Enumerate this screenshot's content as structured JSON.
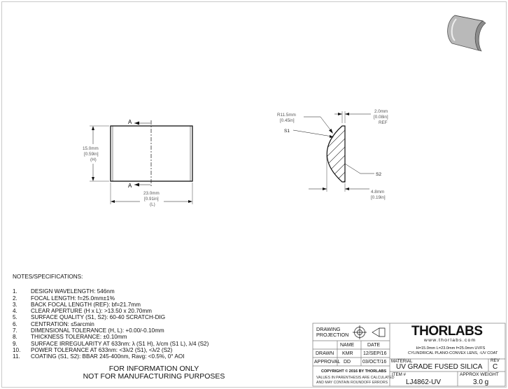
{
  "drawing": {
    "title_marker": "A",
    "section_marker": "A",
    "front_height_dim": [
      "15.0mm",
      "[0.59in]",
      "(H)"
    ],
    "front_length_dim": [
      "23.0mm",
      "[0.91in]",
      "(L)"
    ],
    "radius_dim": [
      "R11.5mm",
      "[0.45in]"
    ],
    "s1_label": "S1",
    "s2_label": "S2",
    "thickness_ref_dim": [
      "2.0mm",
      "[0.08in]",
      "REF"
    ],
    "thickness_dim": [
      "4.8mm",
      "[0.19in]"
    ]
  },
  "notes": {
    "heading": "NOTES/SPECIFICATIONS:",
    "items": [
      {
        "num": "1.",
        "text": "DESIGN WAVELENGTH: 546nm"
      },
      {
        "num": "2.",
        "text": "FOCAL LENGTH: f=25.0mm±1%"
      },
      {
        "num": "3.",
        "text": "BACK FOCAL LENGTH (REF): bf=21.7mm"
      },
      {
        "num": "4.",
        "text": "CLEAR APERTURE (H x L): >13.50 x 20.70mm"
      },
      {
        "num": "5.",
        "text": "SURFACE QUALITY (S1, S2): 60-40 SCRATCH-DIG"
      },
      {
        "num": "6.",
        "text": "CENTRATION: ≤5arcmin"
      },
      {
        "num": "7.",
        "text": "DIMENSIONAL TOLERANCE (H, L): +0.00/-0.10mm"
      },
      {
        "num": "8.",
        "text": "THICKNESS TOLERANCE: ±0.10mm"
      },
      {
        "num": "9.",
        "text": "SURFACE IRREGULARITY AT 633nm: λ (S1 H), λ/cm (S1 L), λ/4 (S2)"
      },
      {
        "num": "10.",
        "text": "POWER TOLERANCE AT 633nm: <3λ/2 (S1), <λ/2 (S2)"
      },
      {
        "num": "11.",
        "text": "COATING (S1, S2): BBAR 245-400nm, Ravg: <0.5%, 0° AOI"
      }
    ],
    "footer_line1": "FOR INFORMATION ONLY",
    "footer_line2": "NOT FOR MANUFACTURING PURPOSES"
  },
  "title_block": {
    "drawing_projection_label": [
      "DRAWING",
      "PROJECTION"
    ],
    "name_header": "NAME",
    "date_header": "DATE",
    "drawn_label": "DRAWN",
    "drawn_name": "KMR",
    "drawn_date": "12/SEP/16",
    "approval_label": "APPROVAL",
    "approval_name": "DD",
    "approval_date": "03/OCT/16",
    "copyright": "COPYRIGHT © 2016 BY THORLABS",
    "disclaimer_line1": "VALUES IN PARENTHESIS ARE CALCULATED",
    "disclaimer_line2": "AND MAY CONTAIN ROUNDOFF ERRORS",
    "logo_text": "THORLABS",
    "website": "www.thorlabs.com",
    "description_line1": "H=15.0mm L=23.0mm f=25.0mm UVFS",
    "description_line2": "CYLINDRICAL PLANO-CONVEX LENS, -UV COAT",
    "material_label": "MATERIAL",
    "material": "UV GRADE FUSED SILICA",
    "rev_label": "REV",
    "rev": "C",
    "item_label": "ITEM #",
    "item": "LJ4862-UV",
    "weight_label": "APPROX WEIGHT",
    "weight": "3.0 g"
  }
}
